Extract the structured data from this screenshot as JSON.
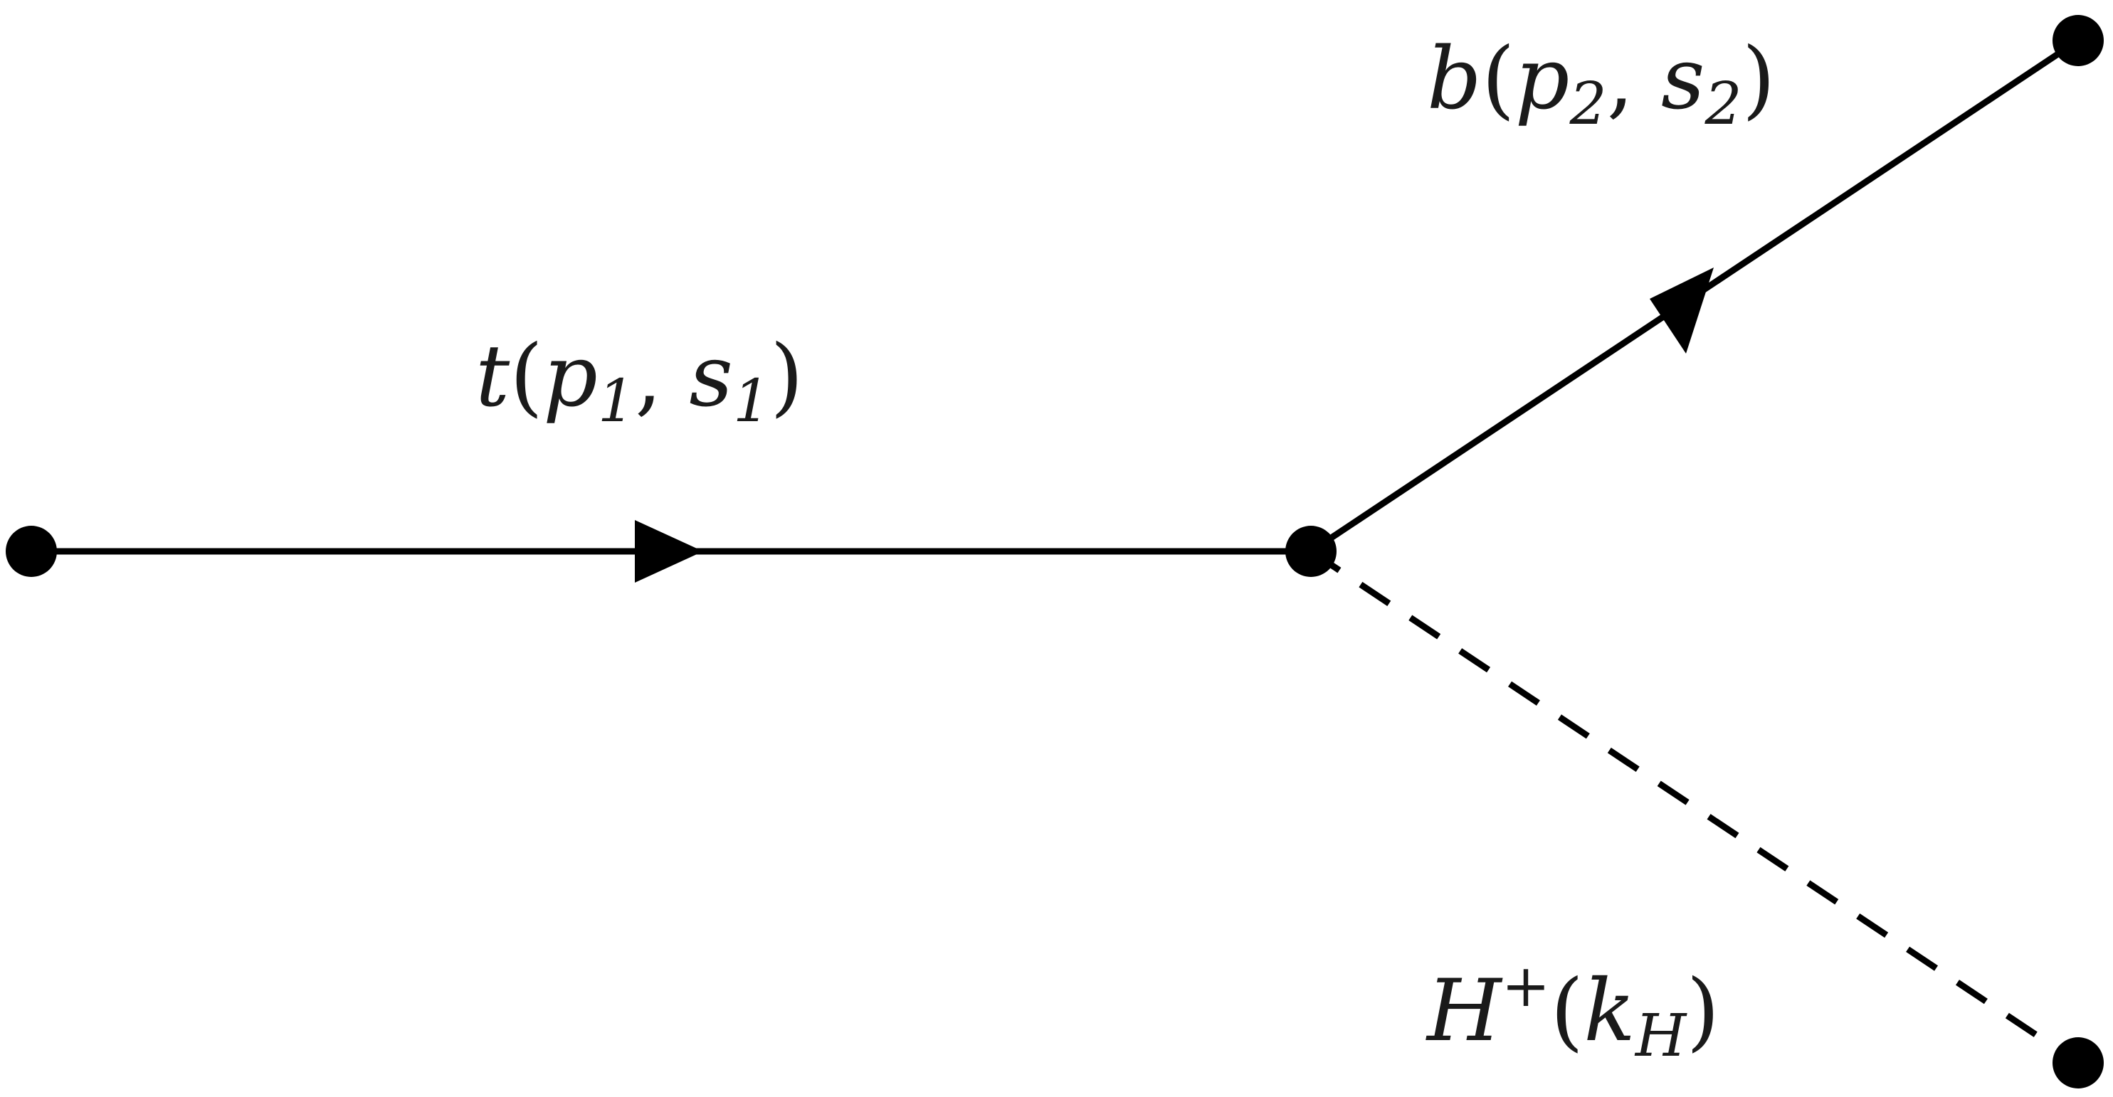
{
  "diagram": {
    "labels": {
      "top_quark": {
        "name": "t",
        "open": "(",
        "p": "p",
        "p_sub": "1",
        "comma": ", ",
        "s": "s",
        "s_sub": "1",
        "close": ")"
      },
      "bottom_quark": {
        "name": "b",
        "open": "(",
        "p": "p",
        "p_sub": "2",
        "comma": ", ",
        "s": "s",
        "s_sub": "2",
        "close": ")"
      },
      "charged_higgs": {
        "name": "H",
        "charge": "+",
        "open": "(",
        "k": "k",
        "k_sub": "H",
        "close": ")"
      }
    },
    "colors": {
      "line": "#000000",
      "text": "#1a1a1a",
      "background": "#ffffff"
    }
  }
}
